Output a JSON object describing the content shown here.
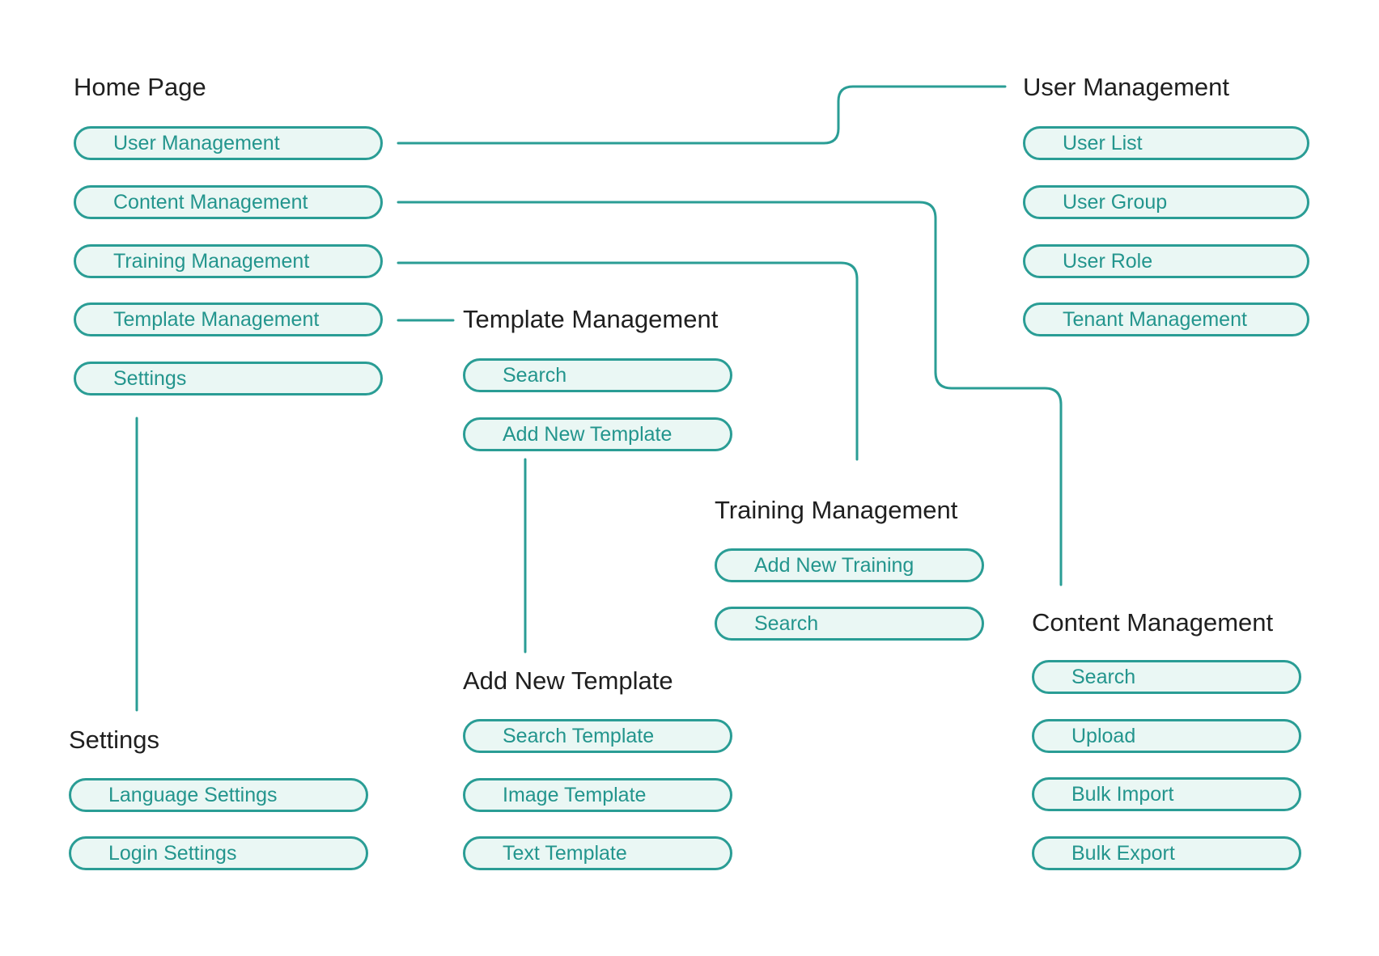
{
  "home": {
    "title": "Home Page",
    "items": [
      "User Management",
      "Content Management",
      "Training Management",
      "Template Management",
      "Settings"
    ]
  },
  "user_management": {
    "title": "User Management",
    "items": [
      "User List",
      "User Group",
      "User Role",
      "Tenant Management"
    ]
  },
  "template_management": {
    "title": "Template Management",
    "items": [
      "Search",
      "Add New Template"
    ]
  },
  "training_management": {
    "title": "Training Management",
    "items": [
      "Add New Training",
      "Search"
    ]
  },
  "add_new_template": {
    "title": "Add New Template",
    "items": [
      "Search Template",
      "Image Template",
      "Text Template"
    ]
  },
  "content_management": {
    "title": "Content Management",
    "items": [
      "Search",
      "Upload",
      "Bulk Import",
      "Bulk Export"
    ]
  },
  "settings": {
    "title": "Settings",
    "items": [
      "Language Settings",
      "Login Settings"
    ]
  },
  "colors": {
    "accent": "#2a9d95",
    "pill_fill": "#eaf7f4",
    "pill_text": "#23958d",
    "title_text": "#1f1f1f"
  }
}
